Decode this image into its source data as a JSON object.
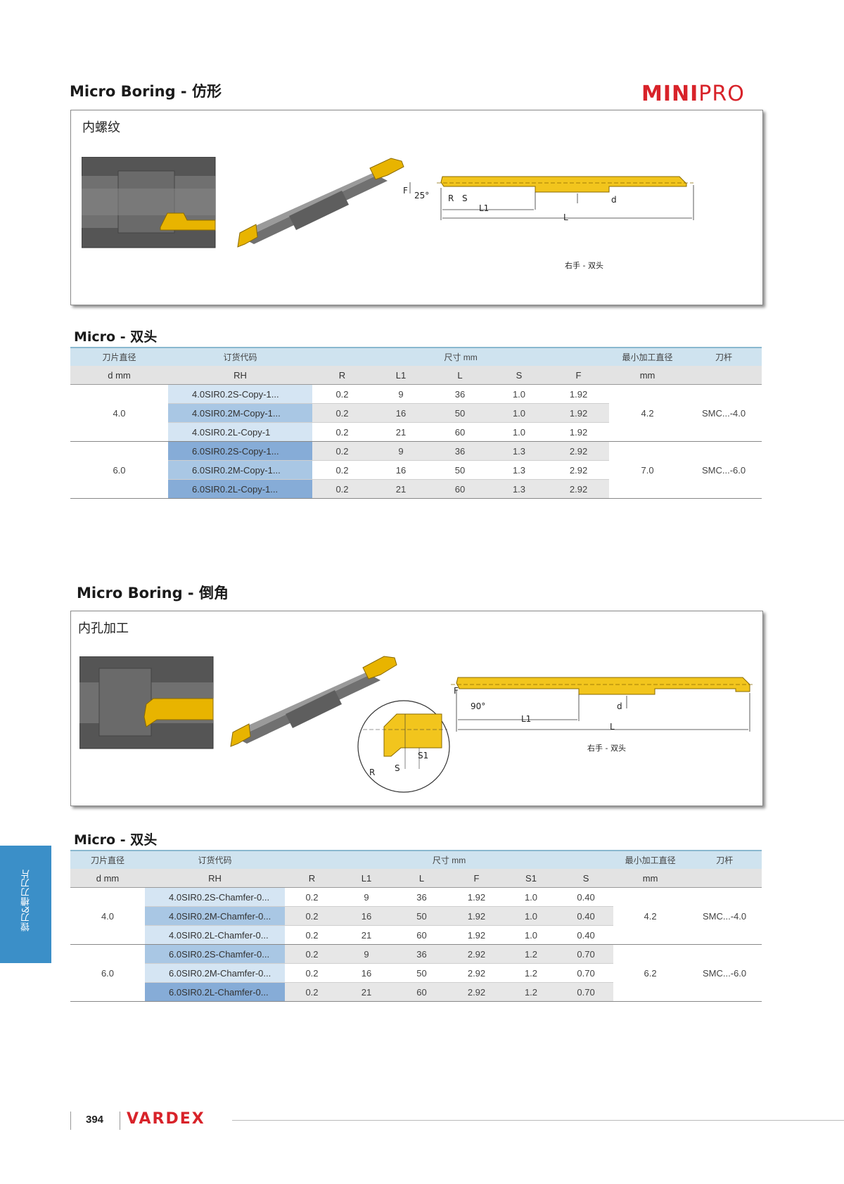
{
  "brand": {
    "logo_mini": "MINI",
    "logo_pro": "PRO",
    "footer_logo": "VARDEX",
    "page_number": "394",
    "side_tab": "镗刀&槽刀刀片"
  },
  "section1": {
    "title": "Micro Boring - 仿形",
    "panel_label": "内螺纹",
    "caption": "右手 - 双头",
    "dims": {
      "F": "F",
      "angle": "25°",
      "R": "R",
      "S": "S",
      "L1": "L1",
      "L": "L",
      "d": "d"
    },
    "table_title": "Micro  - 双头",
    "header1": [
      "刀片直径",
      "订货代码",
      "尺寸 mm",
      "最小加工直径",
      "刀杆"
    ],
    "header2": [
      "d mm",
      "RH",
      "R",
      "L1",
      "L",
      "S",
      "F",
      "mm",
      ""
    ],
    "groups": [
      {
        "d": "4.0",
        "min": "4.2",
        "holder": "SMC...-4.0",
        "rows": [
          {
            "code": "4.0SIR0.2S-Copy-1...",
            "R": "0.2",
            "L1": "9",
            "L": "36",
            "S": "1.0",
            "F": "1.92"
          },
          {
            "code": "4.0SIR0.2M-Copy-1...",
            "R": "0.2",
            "L1": "16",
            "L": "50",
            "S": "1.0",
            "F": "1.92"
          },
          {
            "code": "4.0SIR0.2L-Copy-1",
            "R": "0.2",
            "L1": "21",
            "L": "60",
            "S": "1.0",
            "F": "1.92"
          }
        ]
      },
      {
        "d": "6.0",
        "min": "7.0",
        "holder": "SMC...-6.0",
        "rows": [
          {
            "code": "6.0SIR0.2S-Copy-1...",
            "R": "0.2",
            "L1": "9",
            "L": "36",
            "S": "1.3",
            "F": "2.92"
          },
          {
            "code": "6.0SIR0.2M-Copy-1...",
            "R": "0.2",
            "L1": "16",
            "L": "50",
            "S": "1.3",
            "F": "2.92"
          },
          {
            "code": "6.0SIR0.2L-Copy-1...",
            "R": "0.2",
            "L1": "21",
            "L": "60",
            "S": "1.3",
            "F": "2.92"
          }
        ]
      }
    ]
  },
  "section2": {
    "title": "Micro Boring - 倒角",
    "panel_label": "内孔加工",
    "caption": "右手 - 双头",
    "dims": {
      "F": "F",
      "angle": "90°",
      "R": "R",
      "S": "S",
      "S1": "S1",
      "L1": "L1",
      "L": "L",
      "d": "d"
    },
    "table_title": "Micro  - 双头",
    "header1": [
      "刀片直径",
      "订货代码",
      "尺寸 mm",
      "最小加工直径",
      "刀杆"
    ],
    "header2": [
      "d mm",
      "RH",
      "R",
      "L1",
      "L",
      "F",
      "S1",
      "S",
      "mm",
      ""
    ],
    "groups": [
      {
        "d": "4.0",
        "min": "4.2",
        "holder": "SMC...-4.0",
        "rows": [
          {
            "code": "4.0SIR0.2S-Chamfer-0...",
            "R": "0.2",
            "L1": "9",
            "L": "36",
            "F": "1.92",
            "S1": "1.0",
            "S": "0.40"
          },
          {
            "code": "4.0SIR0.2M-Chamfer-0...",
            "R": "0.2",
            "L1": "16",
            "L": "50",
            "F": "1.92",
            "S1": "1.0",
            "S": "0.40"
          },
          {
            "code": "4.0SIR0.2L-Chamfer-0...",
            "R": "0.2",
            "L1": "21",
            "L": "60",
            "F": "1.92",
            "S1": "1.0",
            "S": "0.40"
          }
        ]
      },
      {
        "d": "6.0",
        "min": "6.2",
        "holder": "SMC...-6.0",
        "rows": [
          {
            "code": "6.0SIR0.2S-Chamfer-0...",
            "R": "0.2",
            "L1": "9",
            "L": "36",
            "F": "2.92",
            "S1": "1.2",
            "S": "0.70"
          },
          {
            "code": "6.0SIR0.2M-Chamfer-0...",
            "R": "0.2",
            "L1": "16",
            "L": "50",
            "F": "2.92",
            "S1": "1.2",
            "S": "0.70"
          },
          {
            "code": "6.0SIR0.2L-Chamfer-0...",
            "R": "0.2",
            "L1": "21",
            "L": "60",
            "F": "2.92",
            "S1": "1.2",
            "S": "0.70"
          }
        ]
      }
    ]
  }
}
